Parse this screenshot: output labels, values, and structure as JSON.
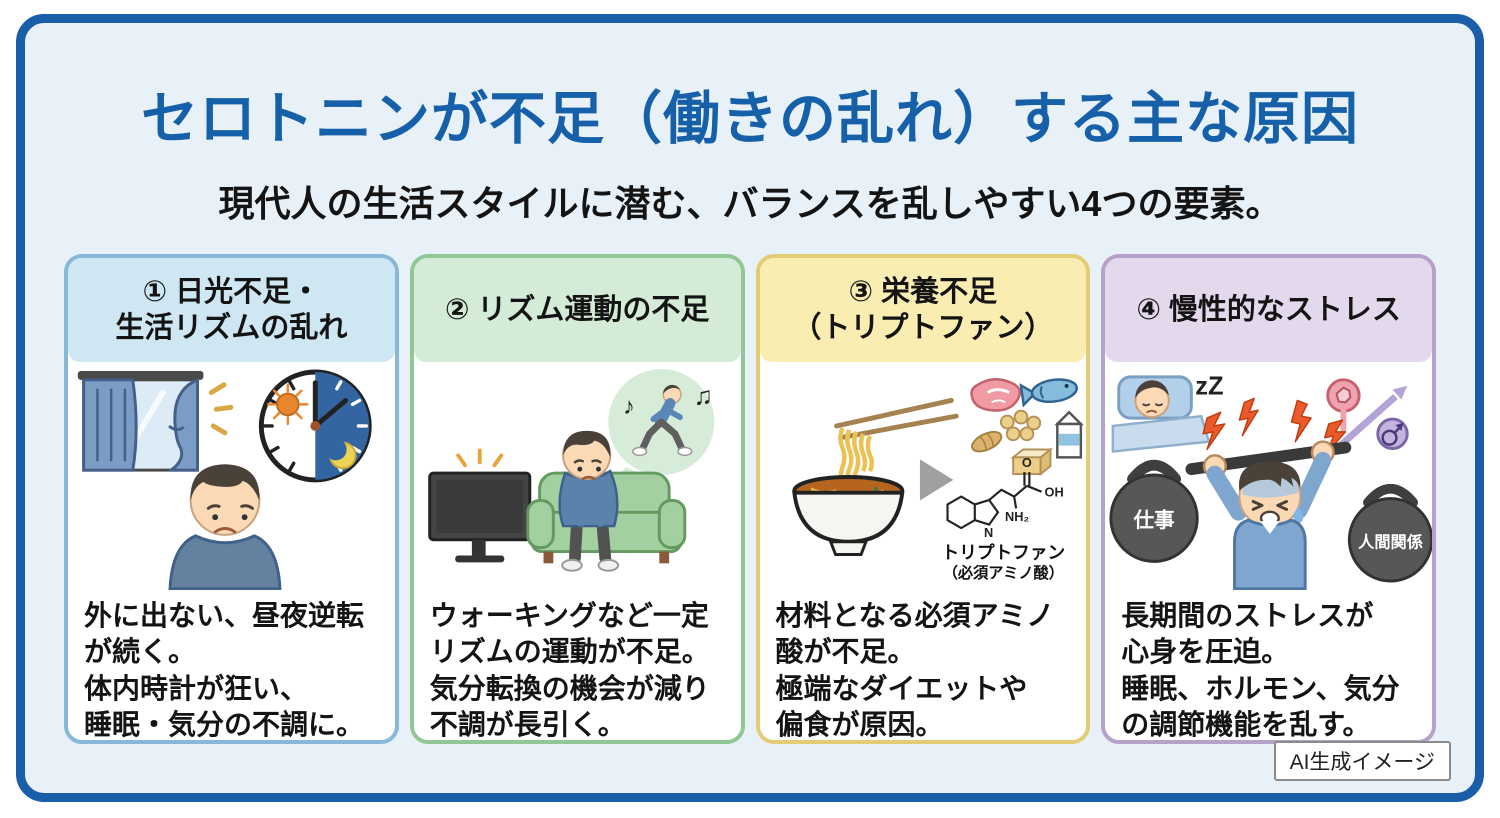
{
  "page": {
    "title": "セロトニンが不足（働きの乱れ）する主な原因",
    "subtitle": "現代人の生活スタイルに潜む、バランスを乱しやすい4つの要素。",
    "ai_badge": "AI生成イメージ"
  },
  "colors": {
    "frame_border": "#1a5ea9",
    "page_background": "#e9f1f8",
    "title_text": "#1560a9",
    "card1": {
      "border": "#87b8d9",
      "header_bg": "#cfe6f3"
    },
    "card2": {
      "border": "#90c795",
      "header_bg": "#d4ebd7"
    },
    "card3": {
      "border": "#e3cc74",
      "header_bg": "#f9edb2"
    },
    "card4": {
      "border": "#b6a1ca",
      "header_bg": "#e4d8ed"
    }
  },
  "cards": [
    {
      "title": "① 日光不足・\n生活リズムの乱れ",
      "body": "外に出ない、昼夜逆転\nが続く。\n体内時計が狂い、\n睡眠・気分の不調に。"
    },
    {
      "title": "② リズム運動の不足",
      "body": "ウォーキングなど一定\nリズムの運動が不足。\n気分転換の機会が減り\n不調が長引く。"
    },
    {
      "title": "③ 栄養不足\n（トリプトファン）",
      "body": "材料となる必須アミノ\n酸が不足。\n極端なダイエットや\n偏食が原因。"
    },
    {
      "title": "④ 慢性的なストレス",
      "body": "長期間のストレスが\n心身を圧迫。\n睡眠、ホルモン、気分\nの調節機能を乱す。"
    }
  ],
  "illustrations": {
    "card2": {
      "note_left": "♪",
      "note_right": "♫"
    },
    "card3": {
      "chem_o": "O",
      "chem_oh": "OH",
      "chem_nh2": "NH₂",
      "chem_n": "N",
      "label": "トリプトファン",
      "label_sub": "（必須アミノ酸）"
    },
    "card4": {
      "sleep_z": "zZ",
      "weight_left": "仕事",
      "weight_right": "人間関係"
    }
  }
}
